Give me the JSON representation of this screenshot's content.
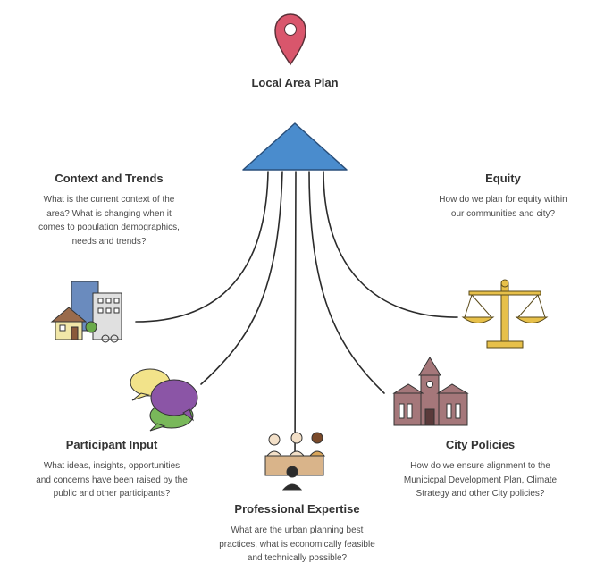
{
  "center": {
    "title": "Local Area Plan"
  },
  "nodes": {
    "context": {
      "title": "Context and Trends",
      "desc": "What is the current context of the area? What is changing when it comes to population demographics, needs and trends?"
    },
    "equity": {
      "title": "Equity",
      "desc": "How do we plan for equity within our communities and city?"
    },
    "participant": {
      "title": "Participant Input",
      "desc": "What ideas, insights, opportunities and concerns have been raised by the public and other participants?"
    },
    "professional": {
      "title": "Professional Expertise",
      "desc": "What are the urban planning best practices, what is economically feasible and technically possible?"
    },
    "policies": {
      "title": "City Policies",
      "desc": "How do we ensure alignment to the Municicpal Development Plan, Climate Strategy and other City policies?"
    }
  },
  "colors": {
    "pin": "#d9566c",
    "roof": "#4a8ccd",
    "line": "#2b2b2b",
    "bubble_yellow": "#f2e38a",
    "bubble_purple": "#8b55a6",
    "bubble_green": "#79b85a",
    "scale": "#e7c04a",
    "hall": "#a5777a"
  },
  "icons": [
    "map-pin-icon",
    "neighbourhood-icon",
    "scales-icon",
    "speech-bubbles-icon",
    "panel-of-experts-icon",
    "city-hall-icon"
  ]
}
